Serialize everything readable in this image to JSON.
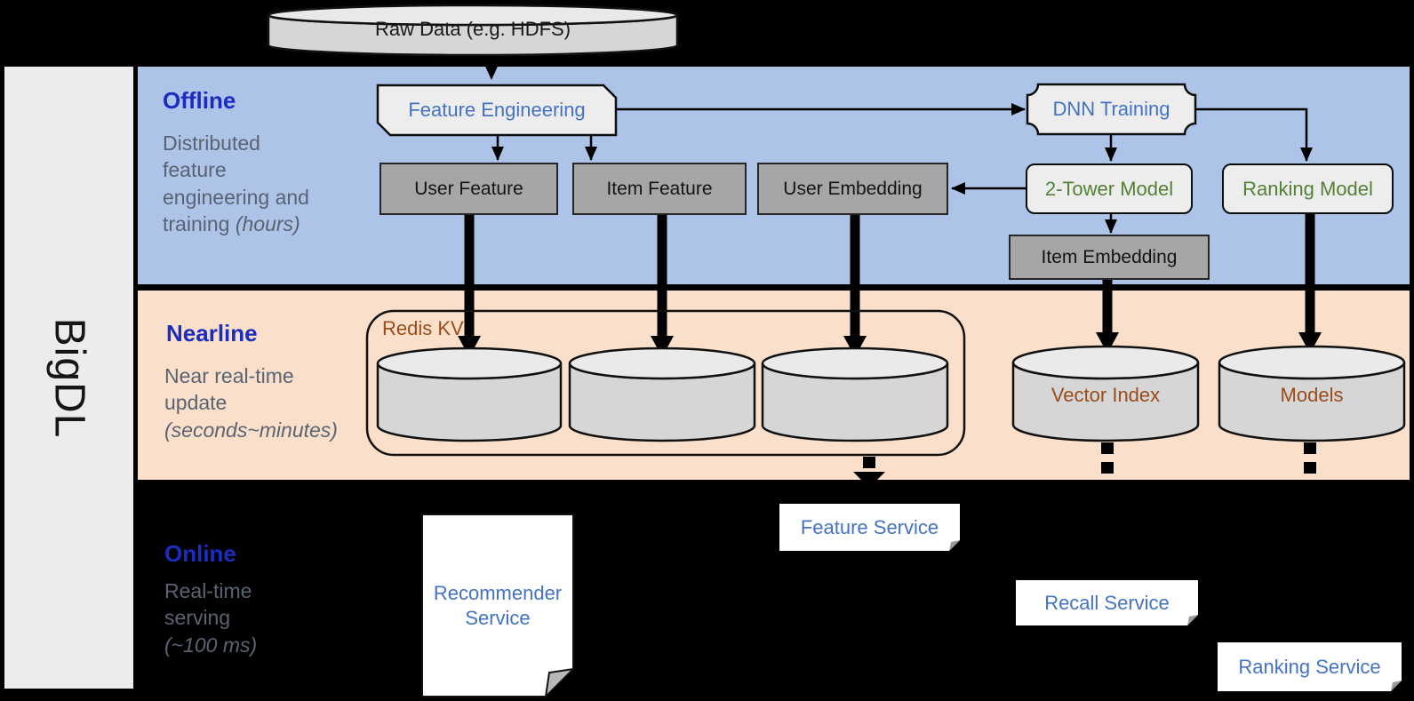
{
  "brand": {
    "label": "BigDL"
  },
  "raw_data_label": "Raw Data (e.g. HDFS)",
  "sections": {
    "offline": {
      "title": "Offline",
      "subtitle": "Distributed feature engineering and training",
      "subtitle_italic": "(hours)"
    },
    "nearline": {
      "title": "Nearline",
      "subtitle": "Near real-time update",
      "subtitle_italic": "(seconds~minutes)"
    },
    "online": {
      "title": "Online",
      "subtitle": "Real-time serving",
      "subtitle_italic": "(~100 ms)"
    }
  },
  "nodes": {
    "feature_engineering": "Feature Engineering",
    "dnn_training": "DNN Training",
    "user_feature": "User Feature",
    "item_feature": "Item Feature",
    "user_embedding": "User Embedding",
    "two_tower_model": "2-Tower Model",
    "ranking_model": "Ranking Model",
    "item_embedding": "Item Embedding",
    "redis_kv": "Redis KV",
    "vector_index": "Vector Index",
    "models": "Models",
    "recommender_service": "Recommender Service",
    "feature_service": "Feature Service",
    "recall_service": "Recall Service",
    "ranking_service": "Ranking Service"
  },
  "colors": {
    "background": "#000000",
    "offline_band": "#aec3e8",
    "nearline_band": "#fae0cb",
    "sidebar": "#ececec",
    "section_title_blue": "#1b2cc3",
    "subtitle_gray": "#5a6372",
    "node_text_blue": "#4472c4",
    "node_text_green": "#538135",
    "node_text_brown": "#9a4c1a",
    "gray_node_fill": "#a6a6a6",
    "light_node_fill": "#ededed",
    "cylinder_fill": "#d2d2d2"
  }
}
